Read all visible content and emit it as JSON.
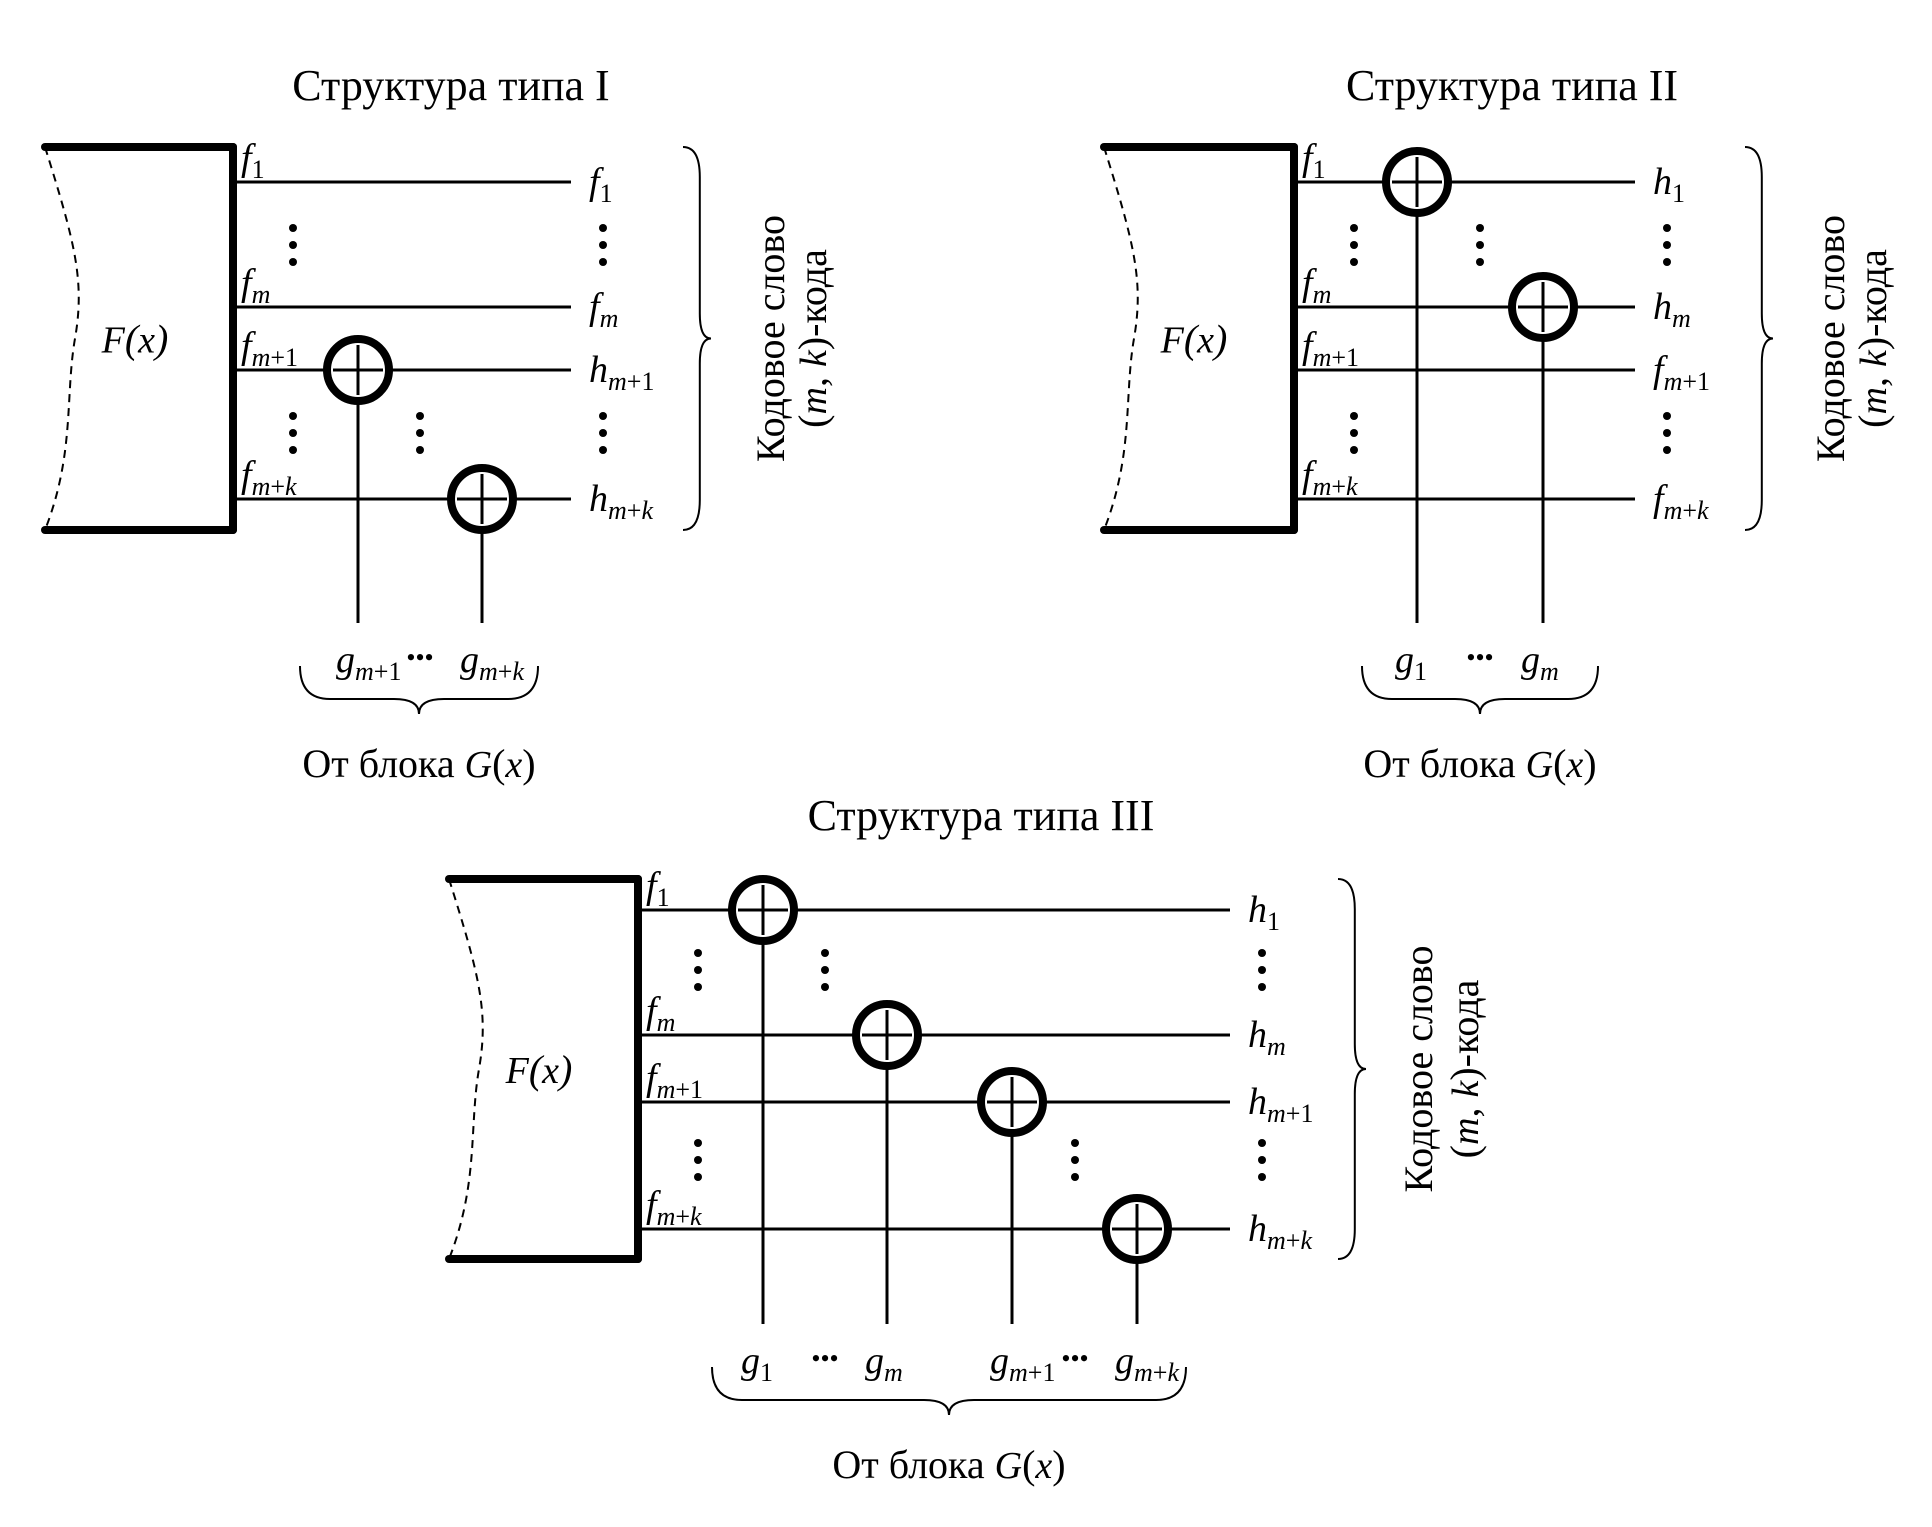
{
  "diagrams": [
    {
      "id": "type1",
      "title": "Структура типа I",
      "block_label": "F(x)",
      "inputs": [
        {
          "base": "f",
          "sub": "1"
        },
        {
          "base": "f",
          "sub": "m"
        },
        {
          "base": "f",
          "sub": "m+1"
        },
        {
          "base": "f",
          "sub": "m+k"
        }
      ],
      "outputs": [
        {
          "base": "f",
          "sub": "1"
        },
        {
          "base": "f",
          "sub": "m"
        },
        {
          "base": "h",
          "sub": "m+1"
        },
        {
          "base": "h",
          "sub": "m+k"
        }
      ],
      "xor_on_lines": [
        2,
        3
      ],
      "g_labels": [
        {
          "base": "g",
          "sub": "m+1"
        },
        {
          "base": "g",
          "sub": "m+k"
        }
      ],
      "g_ellipsis": "•••",
      "codeword_line1": "Кодовое слово",
      "codeword_line2_prefix": "(",
      "codeword_m": "m",
      "codeword_sep": ", ",
      "codeword_k": "k",
      "codeword_line2_suffix": ")-кода",
      "source_prefix": "От блока ",
      "source_G": "G",
      "source_x": "(x)"
    },
    {
      "id": "type2",
      "title": "Структура типа II",
      "block_label": "F(x)",
      "inputs": [
        {
          "base": "f",
          "sub": "1"
        },
        {
          "base": "f",
          "sub": "m"
        },
        {
          "base": "f",
          "sub": "m+1"
        },
        {
          "base": "f",
          "sub": "m+k"
        }
      ],
      "outputs": [
        {
          "base": "h",
          "sub": "1"
        },
        {
          "base": "h",
          "sub": "m"
        },
        {
          "base": "f",
          "sub": "m+1"
        },
        {
          "base": "f",
          "sub": "m+k"
        }
      ],
      "xor_on_lines": [
        0,
        1
      ],
      "g_labels": [
        {
          "base": "g",
          "sub": "1"
        },
        {
          "base": "g",
          "sub": "m"
        }
      ],
      "g_ellipsis": "•••",
      "codeword_line1": "Кодовое слово",
      "codeword_line2_prefix": "(",
      "codeword_m": "m",
      "codeword_sep": ", ",
      "codeword_k": "k",
      "codeword_line2_suffix": ")-кода",
      "source_prefix": "От блока ",
      "source_G": "G",
      "source_x": "(x)"
    },
    {
      "id": "type3",
      "title": "Структура типа III",
      "block_label": "F(x)",
      "inputs": [
        {
          "base": "f",
          "sub": "1"
        },
        {
          "base": "f",
          "sub": "m"
        },
        {
          "base": "f",
          "sub": "m+1"
        },
        {
          "base": "f",
          "sub": "m+k"
        }
      ],
      "outputs": [
        {
          "base": "h",
          "sub": "1"
        },
        {
          "base": "h",
          "sub": "m"
        },
        {
          "base": "h",
          "sub": "m+1"
        },
        {
          "base": "h",
          "sub": "m+k"
        }
      ],
      "xor_on_lines": [
        0,
        1,
        2,
        3
      ],
      "g_labels": [
        {
          "base": "g",
          "sub": "1"
        },
        {
          "base": "g",
          "sub": "m"
        },
        {
          "base": "g",
          "sub": "m+1"
        },
        {
          "base": "g",
          "sub": "m+k"
        }
      ],
      "g_ellipsis": "•••",
      "codeword_line1": "Кодовое слово",
      "codeword_line2_prefix": "(",
      "codeword_m": "m",
      "codeword_sep": ", ",
      "codeword_k": "k",
      "codeword_line2_suffix": ")-кода",
      "source_prefix": "От блока ",
      "source_G": "G",
      "source_x": "(x)"
    }
  ]
}
